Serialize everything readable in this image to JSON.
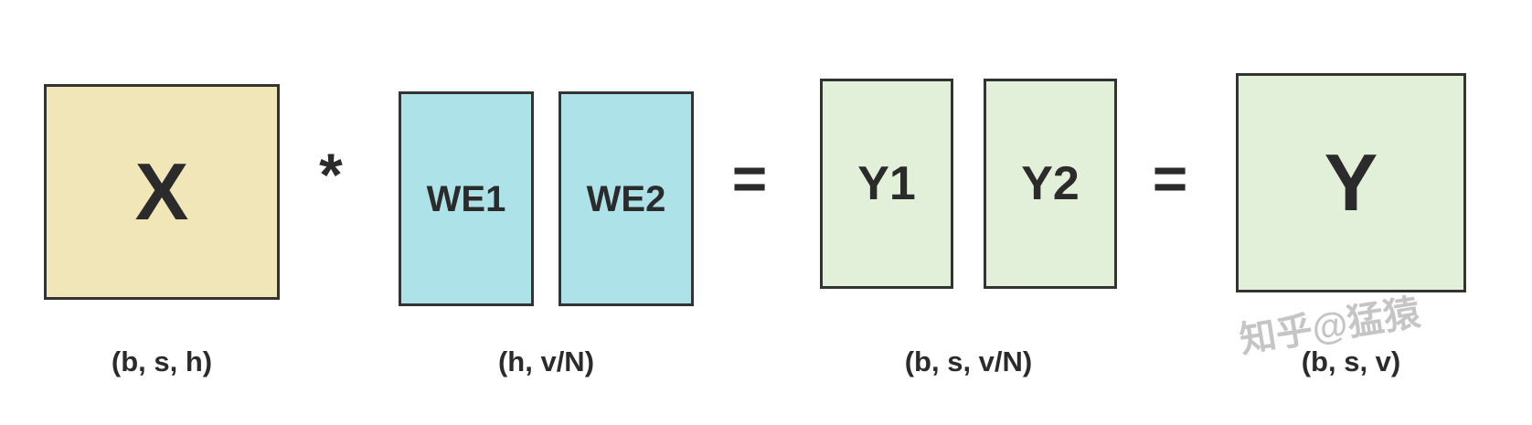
{
  "diagram": {
    "x": {
      "label": "X",
      "dim_label": "(b, s, h)"
    },
    "we1": {
      "label": "WE1"
    },
    "we2": {
      "label": "WE2"
    },
    "we_dim_label": "(h, v/N)",
    "y1": {
      "label": "Y1"
    },
    "y2": {
      "label": "Y2"
    },
    "y_split_dim_label": "(b, s, v/N)",
    "y": {
      "label": "Y",
      "dim_label": "(b, s, v)"
    },
    "operators": {
      "multiply": "*",
      "equals_1": "=",
      "equals_2": "="
    },
    "watermark": "知乎@猛猿",
    "colors": {
      "background": "#ffffff",
      "x_fill": "#f1e6b8",
      "we_fill": "#ace2e8",
      "y_fill": "#e3f0d9",
      "border": "#333333",
      "text": "#2b2b2b",
      "watermark": "#969696"
    }
  }
}
